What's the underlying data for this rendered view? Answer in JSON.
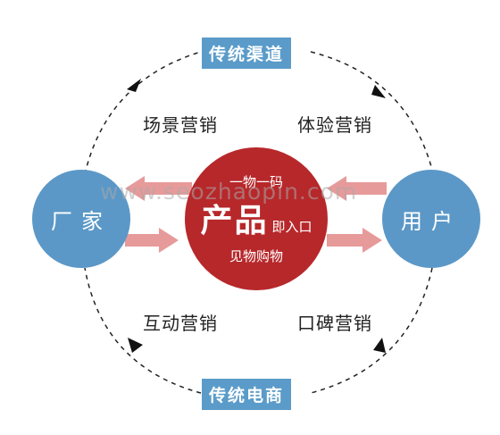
{
  "channels": {
    "top": "传统渠道",
    "bottom": "传统电商"
  },
  "quadrants": {
    "top_left": "场景营销",
    "top_right": "体验营销",
    "bottom_left": "互动营销",
    "bottom_right": "口碑营销"
  },
  "nodes": {
    "left": "厂家",
    "right": "用户"
  },
  "center": {
    "line1": "一物一码",
    "title": "产品",
    "title_suffix": "即入口",
    "line3": "见物购物"
  },
  "watermark": "www.seozhaopin.com",
  "colors": {
    "blue": "#5b98c7",
    "red": "#b7282b",
    "arrow_pink": "#e79a9a"
  }
}
